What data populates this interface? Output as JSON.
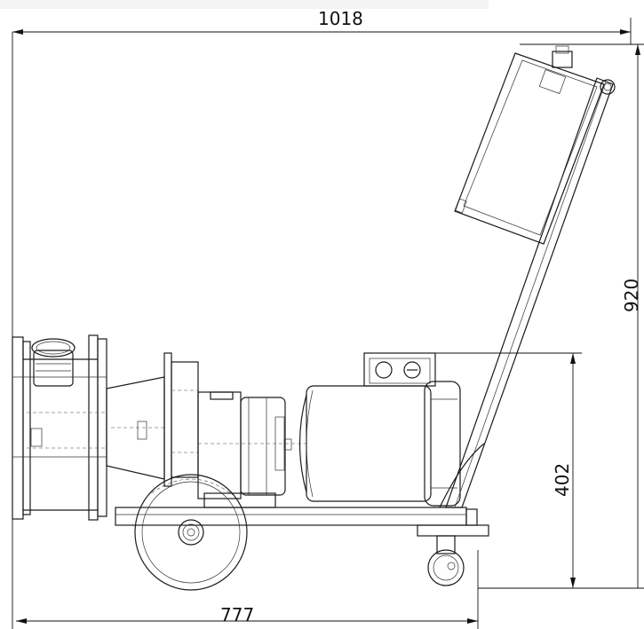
{
  "dimensions": {
    "overall_length": "1018",
    "overall_height": "920",
    "motor_height": "402",
    "base_length": "777"
  },
  "colors": {
    "line": "#1a1a1a",
    "background": "#ffffff"
  }
}
